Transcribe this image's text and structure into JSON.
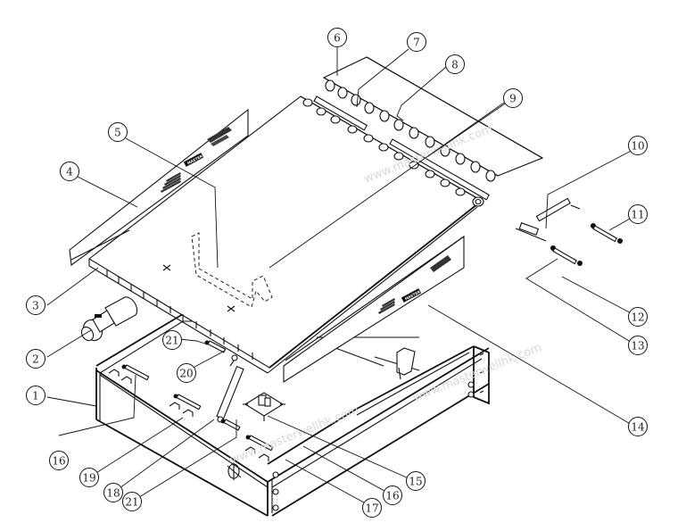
{
  "diagram": {
    "type": "exploded-assembly-drawing",
    "watermark": "www.masterwellhk.com",
    "panel_plate_label": "MASTER",
    "callouts": [
      {
        "id": "1",
        "label": "1"
      },
      {
        "id": "2",
        "label": "2"
      },
      {
        "id": "3",
        "label": "3"
      },
      {
        "id": "4",
        "label": "4"
      },
      {
        "id": "5",
        "label": "5"
      },
      {
        "id": "6",
        "label": "6"
      },
      {
        "id": "7",
        "label": "7"
      },
      {
        "id": "8",
        "label": "8"
      },
      {
        "id": "9",
        "label": "9"
      },
      {
        "id": "10",
        "label": "10"
      },
      {
        "id": "11",
        "label": "11"
      },
      {
        "id": "12",
        "label": "12"
      },
      {
        "id": "13",
        "label": "13"
      },
      {
        "id": "14",
        "label": "14"
      },
      {
        "id": "15",
        "label": "15"
      },
      {
        "id": "16a",
        "label": "16"
      },
      {
        "id": "16b",
        "label": "16"
      },
      {
        "id": "17",
        "label": "17"
      },
      {
        "id": "18",
        "label": "18"
      },
      {
        "id": "19",
        "label": "19"
      },
      {
        "id": "20",
        "label": "20"
      },
      {
        "id": "21a",
        "label": "21"
      },
      {
        "id": "21b",
        "label": "21"
      }
    ]
  }
}
